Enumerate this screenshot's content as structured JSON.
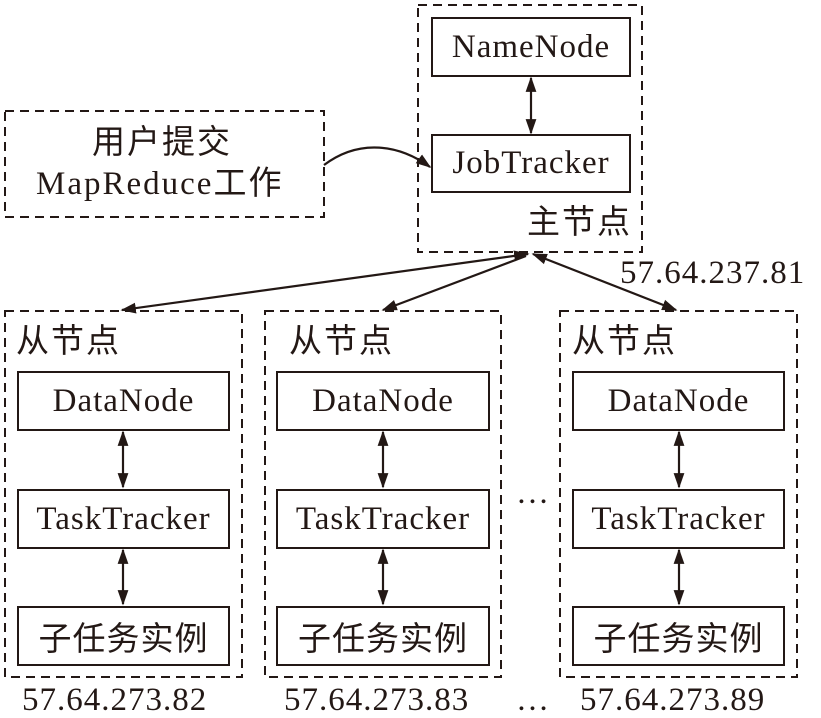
{
  "diagram": {
    "user": {
      "line1": "用户提交",
      "line2": "MapReduce工作"
    },
    "master": {
      "label": "主节点",
      "ip": "57.64.237.81",
      "components": [
        "NameNode",
        "JobTracker"
      ]
    },
    "slaves": [
      {
        "label": "从节点",
        "ip": "57.64.273.82",
        "components": [
          "DataNode",
          "TaskTracker",
          "子任务实例"
        ]
      },
      {
        "label": "从节点",
        "ip": "57.64.273.83",
        "components": [
          "DataNode",
          "TaskTracker",
          "子任务实例"
        ]
      },
      {
        "label": "从节点",
        "ip": "57.64.273.89",
        "components": [
          "DataNode",
          "TaskTracker",
          "子任务实例"
        ]
      }
    ],
    "ellipsis": "…",
    "colors": {
      "ink": "#231815",
      "background": "#ffffff"
    }
  }
}
